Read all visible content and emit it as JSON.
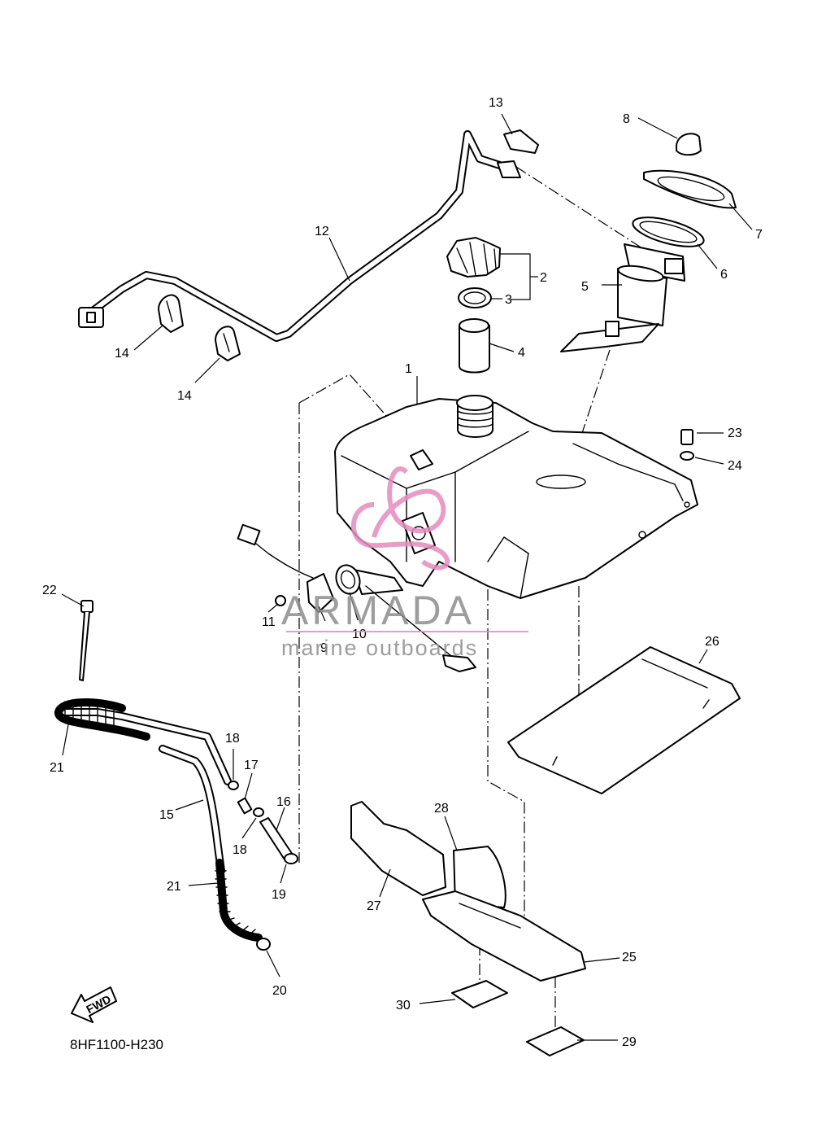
{
  "diagram": {
    "drawing_code": "8HF1100-H230",
    "fwd_label": "FWD",
    "watermark": {
      "brand": "ARMADA",
      "tagline": "marine outboards",
      "accent_color": "#e58bbd",
      "text_color": "#8c8c8c"
    },
    "callouts": {
      "c1": "1",
      "c2": "2",
      "c3": "3",
      "c4": "4",
      "c5": "5",
      "c6": "6",
      "c7": "7",
      "c8": "8",
      "c9": "9",
      "c10": "10",
      "c11": "11",
      "c12": "12",
      "c13": "13",
      "c14a": "14",
      "c14b": "14",
      "c15": "15",
      "c16": "16",
      "c17": "17",
      "c18a": "18",
      "c18b": "18",
      "c19": "19",
      "c20": "20",
      "c21a": "21",
      "c21b": "21",
      "c22": "22",
      "c23": "23",
      "c24": "24",
      "c25": "25",
      "c26": "26",
      "c27": "27",
      "c28": "28",
      "c29": "29",
      "c30": "30"
    }
  }
}
